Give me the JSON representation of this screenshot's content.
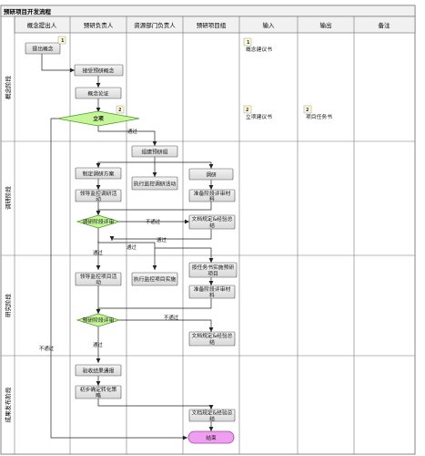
{
  "title": "预研项目开发流程",
  "columns": [
    "概念提出人",
    "预研负责人",
    "资源部门负责人",
    "预研项目组",
    "输入",
    "输出",
    "备注"
  ],
  "phases": [
    "概念阶段",
    "调研阶段",
    "研究阶段",
    "成果发布阶段"
  ],
  "nodes": {
    "n_propose": "提出概念",
    "n_accept": "接受预研概念",
    "n_demo": "概念论证",
    "n_approve": "立项",
    "n_team": "组建预研组",
    "n_plan": "制定调研方案",
    "n_monitor1": "执行监控调研活动",
    "n_research": "调研",
    "n_lead1a": "领导监控调研活",
    "n_lead1b": "动",
    "n_prep1a": "准备阶段评审材",
    "n_prep1b": "料",
    "n_review1": "调研阶段评审",
    "n_doc1a": "文档规定&经验总",
    "n_doc1b": "结",
    "n_lead2a": "领导监控项目活",
    "n_lead2b": "动",
    "n_exec2": "执行监控项目实施",
    "n_tasks_a": "按任务书实施预研",
    "n_tasks_b": "项目",
    "n_prep2a": "准备阶段评审材",
    "n_prep2b": "料",
    "n_review2": "预研阶段评审",
    "n_doc2a": "文档规定&经验总",
    "n_doc2b": "结",
    "n_accept_notify": "验收结果通报",
    "n_strategy_a": "初步确定转化策",
    "n_strategy_b": "略",
    "n_doc3a": "文档规定&经验总",
    "n_doc3b": "结",
    "n_end": "结束"
  },
  "documents": {
    "doc_concept": "概念建议书",
    "doc_approval": "立项建议书",
    "doc_taskbook": "项目任务书"
  },
  "labels": {
    "pass": "通过",
    "fail": "不通过"
  },
  "colors": {
    "process_fill": "#e6e6e6",
    "decision_fill": "#c6f59a",
    "decision_stroke": "#4f9a2e",
    "end_fill": "#ef9ef0",
    "end_stroke": "#9a4a9c",
    "line": "#222222",
    "doc_fold": "#f3ea7a"
  }
}
